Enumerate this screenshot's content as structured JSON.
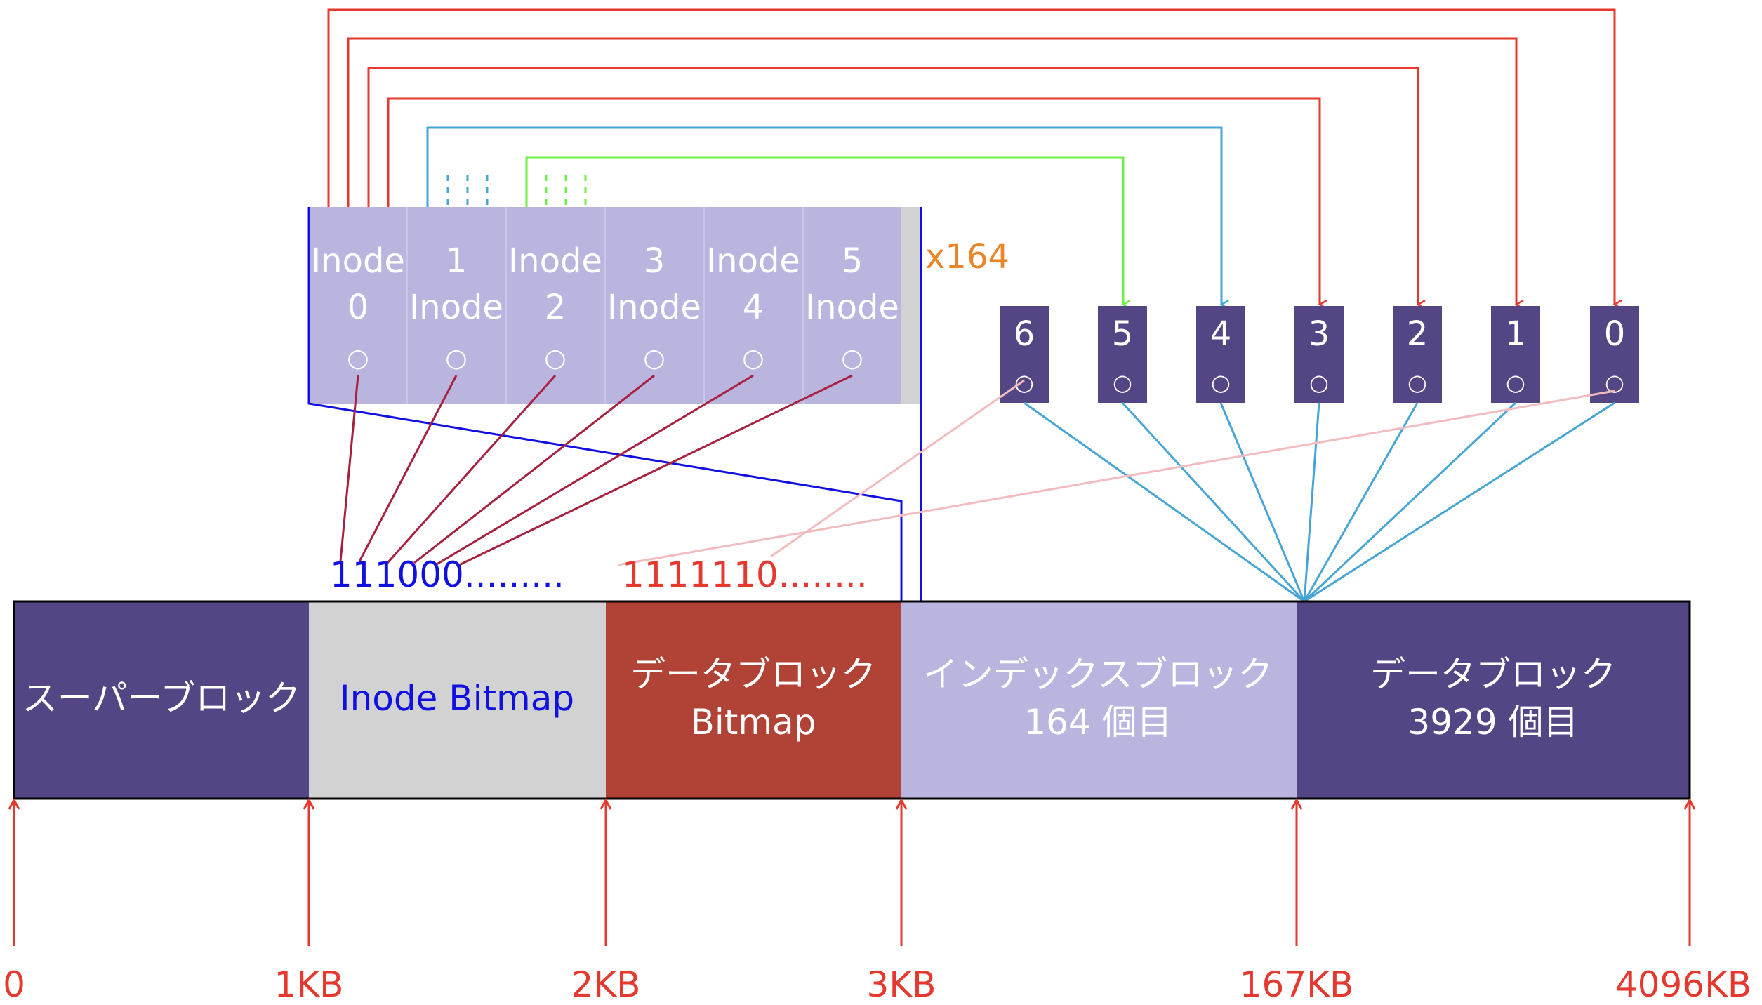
{
  "inode_table": {
    "cells": [
      {
        "line1": "Inode",
        "line2": "0",
        "dot": "○"
      },
      {
        "line1": "1",
        "line2": "Inode",
        "dot": "○"
      },
      {
        "line1": "Inode",
        "line2": "2",
        "dot": "○"
      },
      {
        "line1": "3",
        "line2": "Inode",
        "dot": "○"
      },
      {
        "line1": "Inode",
        "line2": "4",
        "dot": "○"
      },
      {
        "line1": "5",
        "line2": "Inode",
        "dot": "○"
      }
    ],
    "multiplier": "x164"
  },
  "data_blocks": [
    {
      "label": "6",
      "dot": "○"
    },
    {
      "label": "5",
      "dot": "○"
    },
    {
      "label": "4",
      "dot": "○"
    },
    {
      "label": "3",
      "dot": "○"
    },
    {
      "label": "2",
      "dot": "○"
    },
    {
      "label": "1",
      "dot": "○"
    },
    {
      "label": "0",
      "dot": "○"
    }
  ],
  "bitmaps": {
    "inode_bits": "111000.........",
    "data_bits": "1111110........"
  },
  "disk_layout": {
    "segments": [
      {
        "line1": "スーパーブロック",
        "line2": ""
      },
      {
        "line1": "Inode Bitmap",
        "line2": ""
      },
      {
        "line1": "データブロック",
        "line2": "Bitmap"
      },
      {
        "line1": "インデックスブロック",
        "line2": "164 個目"
      },
      {
        "line1": "データブロック",
        "line2": "3929 個目"
      }
    ],
    "offsets": [
      "0",
      "1KB",
      "2KB",
      "3KB",
      "167KB",
      "4096KB"
    ]
  },
  "colors": {
    "dark_purple": "#544584",
    "light_purple": "#b9b5df",
    "gray": "#d2d2d2",
    "brick": "#b04335",
    "red": "#e5392f",
    "blue": "#1010e0",
    "cyan": "#47a5d6",
    "green": "#6cf048",
    "crimson": "#a8203f",
    "pink": "#f2bcbf",
    "orange": "#ec8428"
  }
}
